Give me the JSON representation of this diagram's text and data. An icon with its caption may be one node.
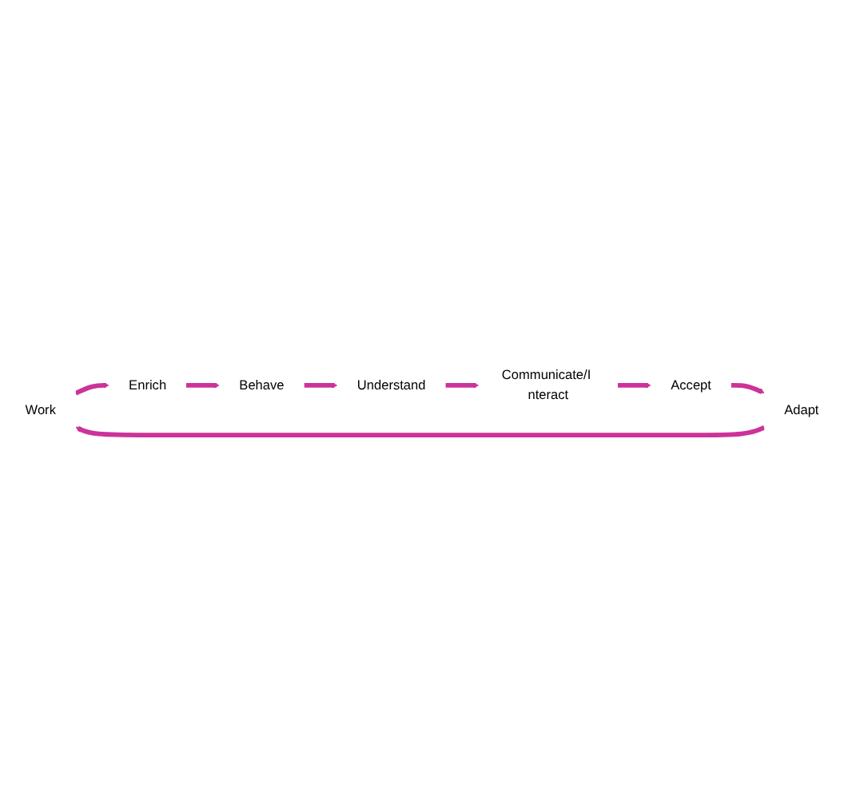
{
  "diagram": {
    "nodes": [
      {
        "text": [
          "Work"
        ]
      },
      {
        "text": [
          "Enrich"
        ]
      },
      {
        "text": [
          "Behave"
        ]
      },
      {
        "text": [
          "Understand"
        ]
      },
      {
        "text": [
          "Communicate/I nteract"
        ]
      },
      {
        "text": [
          "Accept"
        ]
      },
      {
        "text": [
          "Adapt"
        ]
      }
    ],
    "edges": [
      {
        "from": 0,
        "to": 1,
        "arrow": "to"
      },
      {
        "from": 1,
        "to": 2,
        "arrow": "to"
      },
      {
        "from": 2,
        "to": 3,
        "arrow": "to"
      },
      {
        "from": 3,
        "to": 4,
        "arrow": "to"
      },
      {
        "from": 4,
        "to": 5,
        "arrow": "to"
      },
      {
        "from": 5,
        "to": 6,
        "arrow": "to"
      },
      {
        "from": 6,
        "to": 0,
        "arrow": "to"
      }
    ]
  }
}
